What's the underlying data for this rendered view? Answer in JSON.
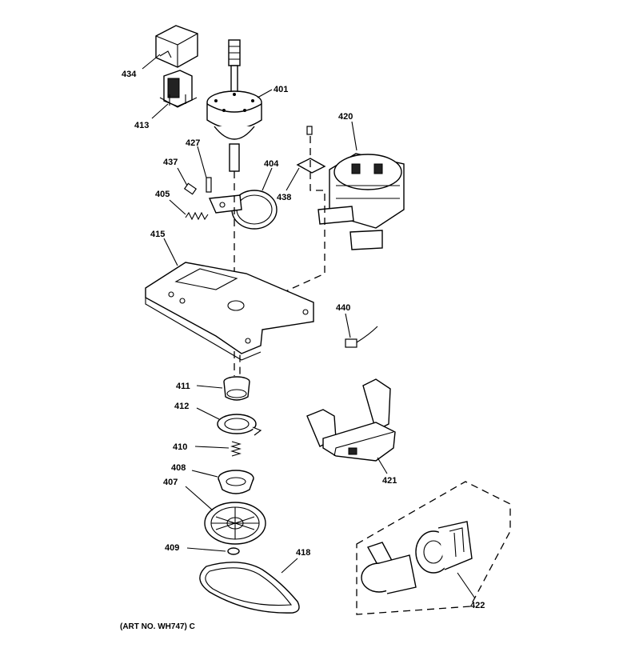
{
  "labels": {
    "p434": "434",
    "p413": "413",
    "p401": "401",
    "p420": "420",
    "p427": "427",
    "p437": "437",
    "p404": "404",
    "p405": "405",
    "p438": "438",
    "p415": "415",
    "p440": "440",
    "p411": "411",
    "p412": "412",
    "p410": "410",
    "p408": "408",
    "p407": "407",
    "p409": "409",
    "p418": "418",
    "p421": "421",
    "p422": "422"
  },
  "art_number": "(ART NO. WH747) C"
}
